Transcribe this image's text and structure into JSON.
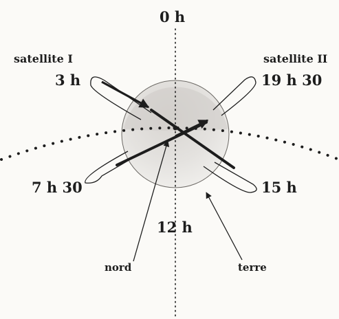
{
  "labels": {
    "top_hour": "0 h",
    "bottom_hour": "12 h",
    "satellite_1": "satellite I",
    "satellite_2": "satellite II",
    "time_3h": "3 h",
    "time_19h30": "19 h 30",
    "time_7h30": "7 h 30",
    "time_15h": "15 h",
    "north": "nord",
    "earth": "terre"
  },
  "colors": {
    "ink": "#1d1d1d",
    "earth_shade": "#c9c6c2",
    "background": "#fbfaf7"
  }
}
